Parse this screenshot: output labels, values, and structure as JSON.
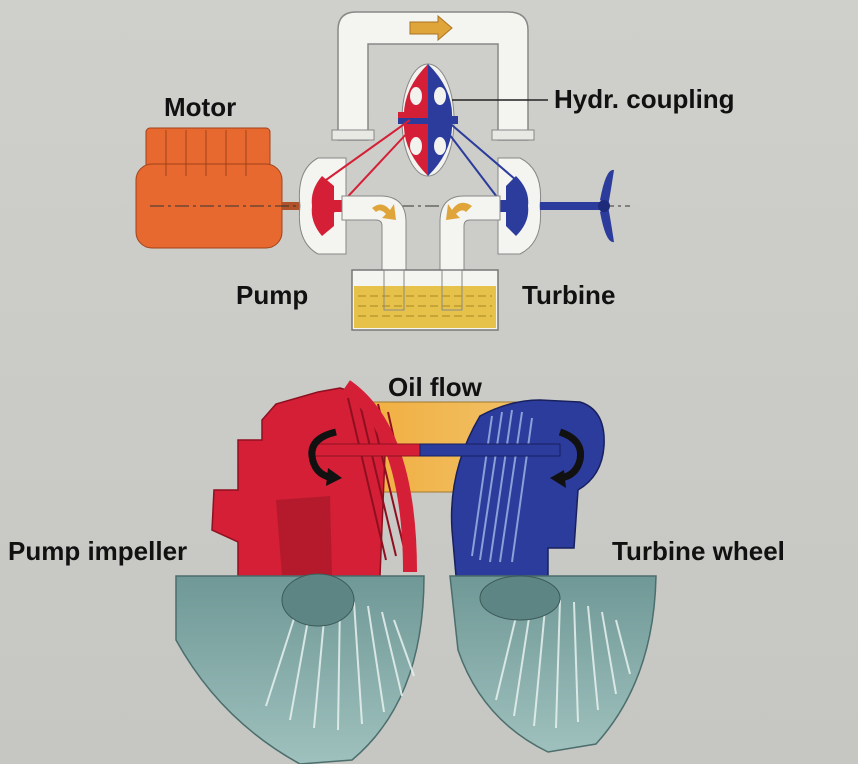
{
  "labels": {
    "motor": "Motor",
    "coupling": "Hydr. coupling",
    "pump": "Pump",
    "turbine": "Turbine",
    "oil_flow": "Oil flow",
    "pump_impeller": "Pump impeller",
    "turbine_wheel": "Turbine wheel"
  },
  "colors": {
    "motor": "#e8692f",
    "pump_red": "#d41f36",
    "turbine_blue": "#2c3c9c",
    "oil": "#e6c24a",
    "pipe": "#f4f4f0",
    "steel": "#7fa6a4",
    "arrow": "#e0a53a",
    "background": "#c9c9c5"
  }
}
